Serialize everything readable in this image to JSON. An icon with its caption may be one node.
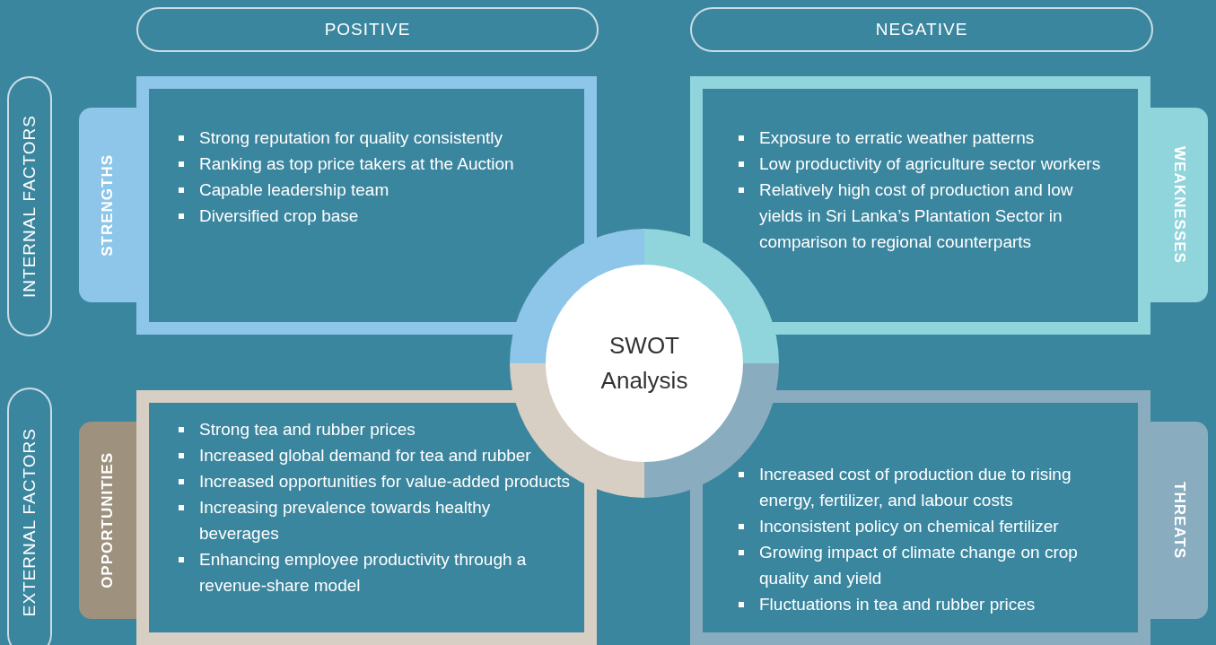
{
  "diagram": {
    "nodes": [
      {
        "text": [
          "POSITIVE"
        ]
      },
      {
        "text": [
          "NEGATIVE"
        ]
      },
      {
        "text": [
          "INTERNAL FACTORS"
        ]
      },
      {
        "text": [
          "EXTERNAL FACTORS"
        ]
      },
      {
        "text": [
          "STRENGTHS",
          "Strong reputation for quality consistently",
          "Ranking as top price takers at the Auction",
          "Capable leadership team",
          "Diversified crop base"
        ]
      },
      {
        "text": [
          "WEAKNESSES",
          "Exposure to erratic weather patterns",
          "Low productivity of agriculture sector workers",
          "Relatively high cost of production and low yields in Sri Lanka’s Plantation Sector in comparison to regional counterparts"
        ]
      },
      {
        "text": [
          "OPPORTUNITIES",
          "Strong tea and rubber prices",
          "Increased global demand for tea and rubber",
          "Increased opportunities for value-added products",
          "Increasing prevalence towards healthy beverages",
          "Enhancing employee productivity through a revenue-share model"
        ]
      },
      {
        "text": [
          "THREATS",
          "Increased cost of production due to rising energy, fertilizer, and labour costs",
          "Inconsistent policy on chemical fertilizer",
          "Growing impact of climate change on crop quality and yield",
          "Fluctuations in tea and rubber prices"
        ]
      },
      {
        "text": [
          "SWOT Analysis"
        ]
      }
    ],
    "edges": []
  }
}
